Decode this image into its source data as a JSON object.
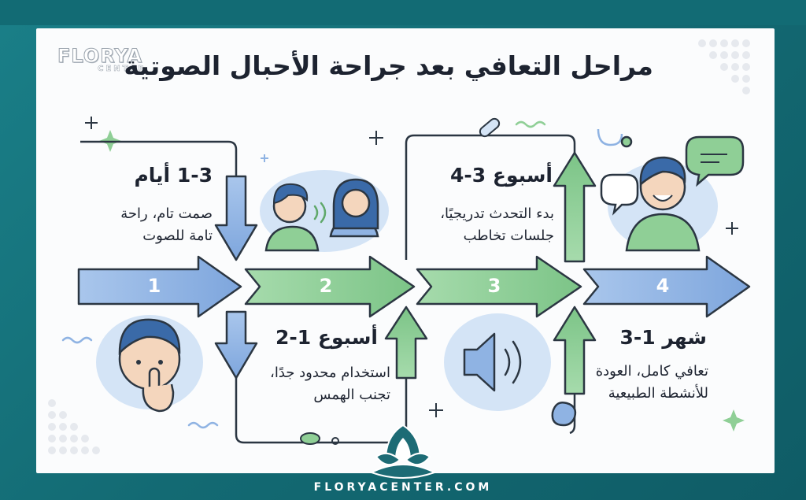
{
  "title": "مراحل التعافي بعد جراحة الأحبال الصوتية",
  "logo": {
    "word": "FLORYA",
    "sub": "CENTER"
  },
  "footer_url": "FLORYACENTER.COM",
  "colors": {
    "teal": "#14707a",
    "blue": "#8fb3e3",
    "green": "#8fcf96"
  },
  "stages": [
    {
      "number": "1",
      "title": "1-3 أيام",
      "desc_line1": "صمت تام، راحة",
      "desc_line2": "تامة للصوت"
    },
    {
      "number": "2",
      "title": "أسبوع 1-2",
      "desc_line1": "استخدام محدود جدًا،",
      "desc_line2": "تجنب الهمس"
    },
    {
      "number": "3",
      "title": "أسبوع 3-4",
      "desc_line1": "بدء التحدث تدريجيًا،",
      "desc_line2": "جلسات تخاطب"
    },
    {
      "number": "4",
      "title": "شهر 1-3",
      "desc_line1": "تعافي كامل، العودة",
      "desc_line2": "للأنشطة الطبيعية"
    }
  ]
}
